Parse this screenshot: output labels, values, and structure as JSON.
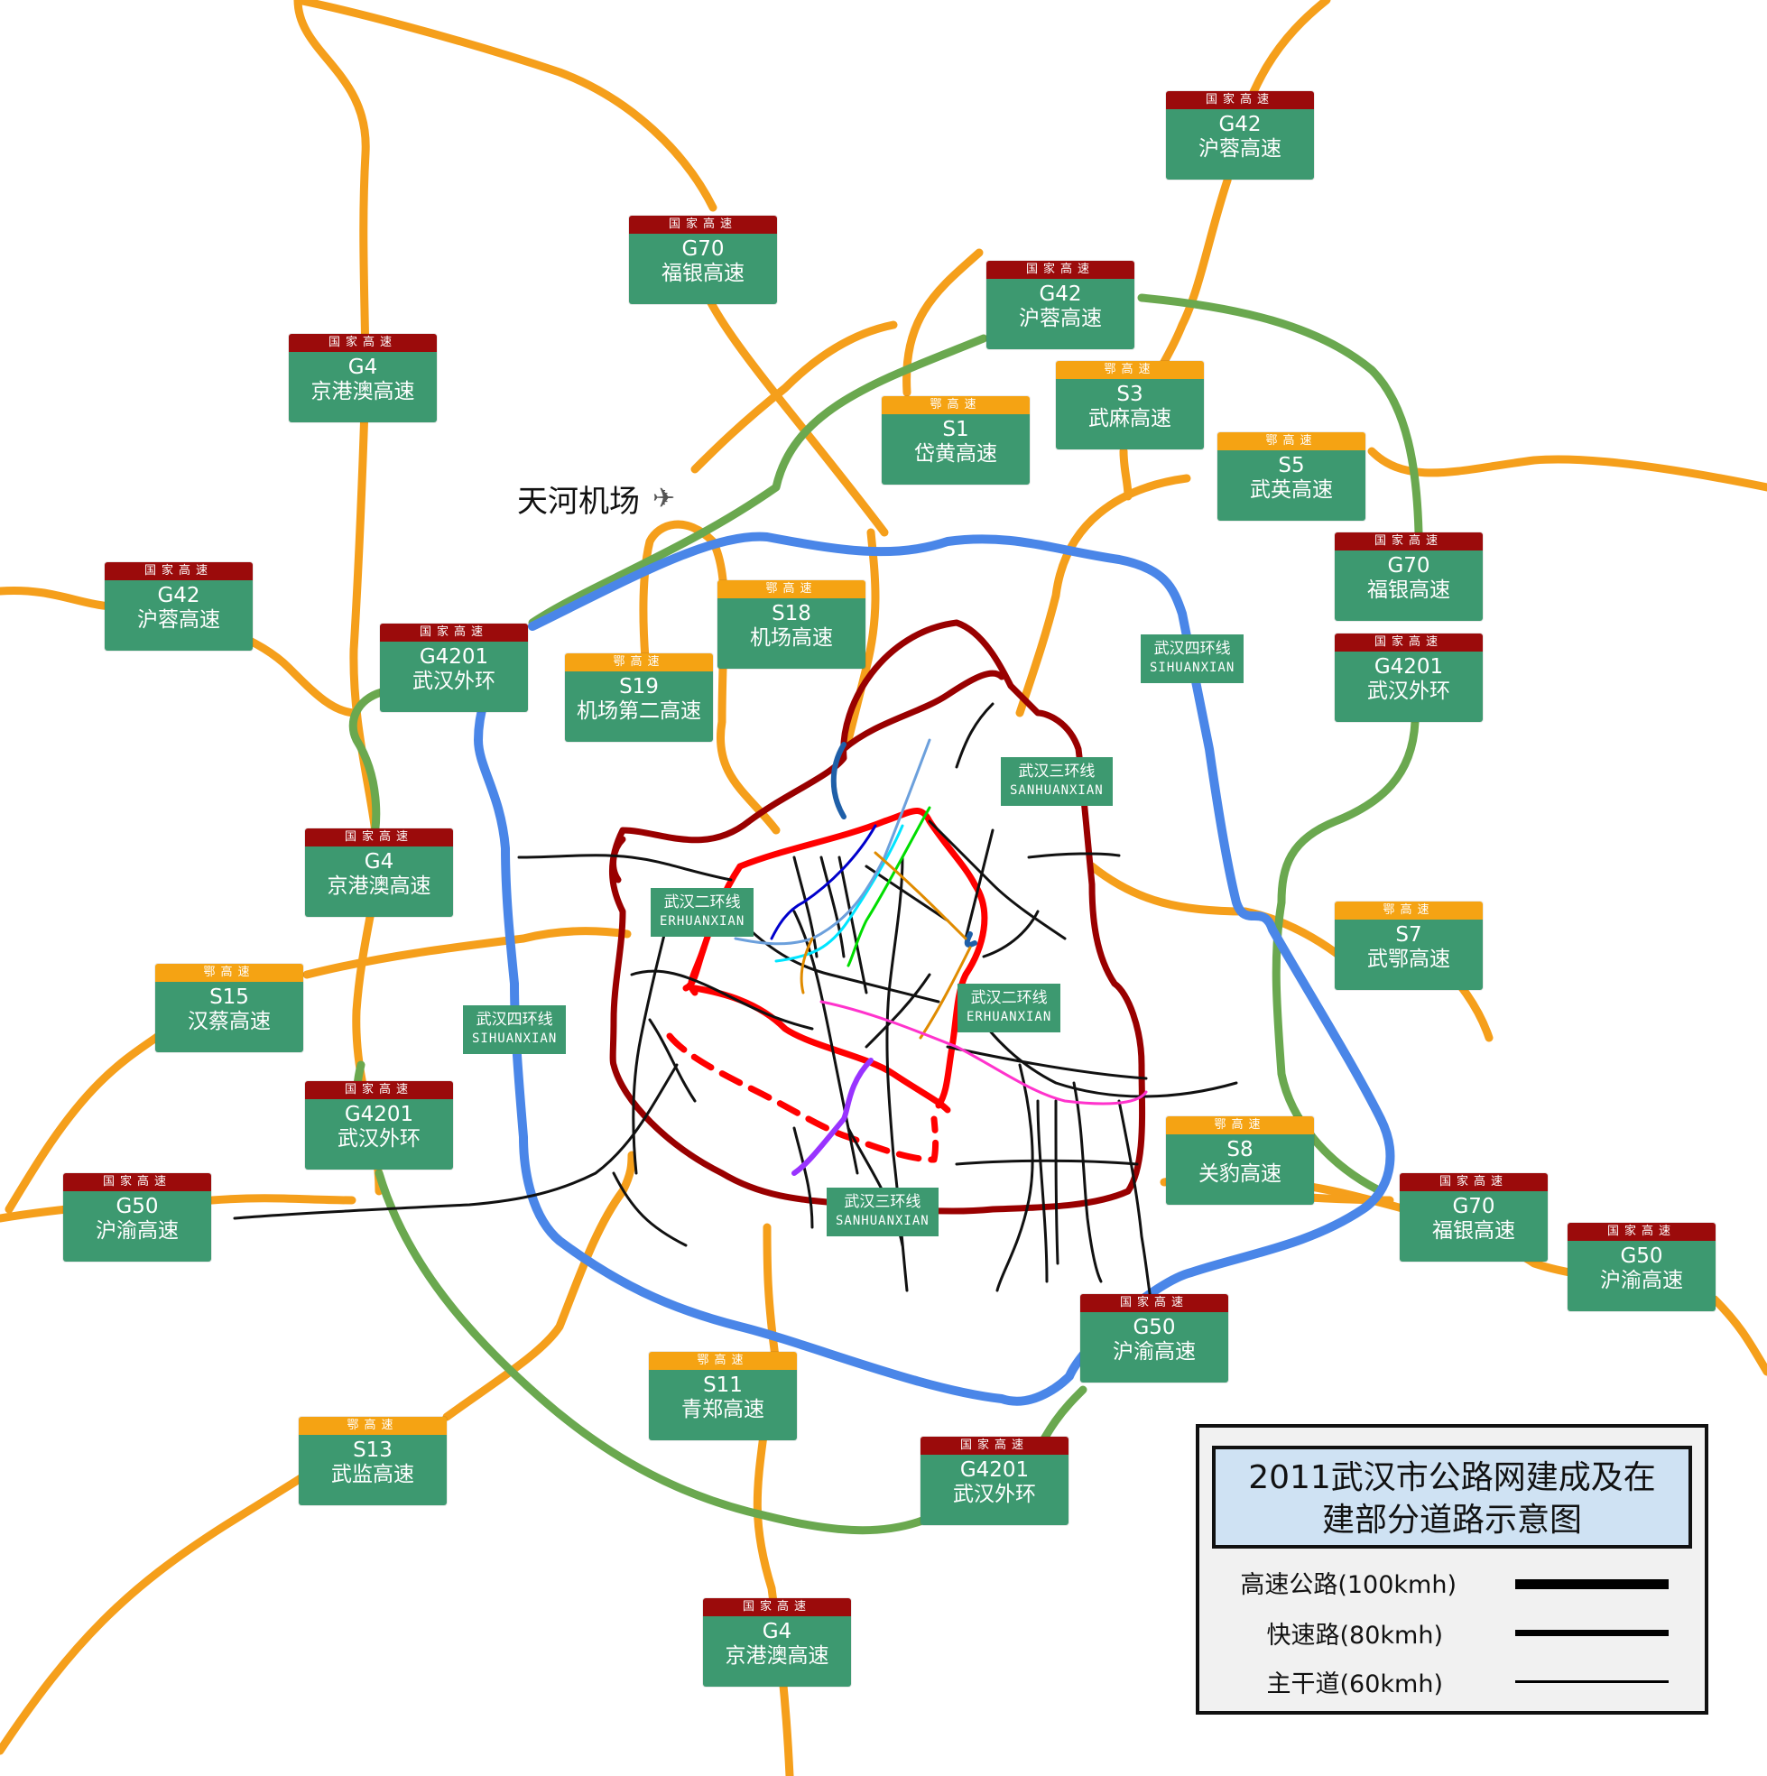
{
  "airport": {
    "name": "天河机场",
    "icon": "airplane-icon"
  },
  "legend": {
    "title_line1": "2011武汉市公路网建成及在",
    "title_line2": "建部分道路示意图",
    "items": [
      {
        "label": "高速公路(100kmh)"
      },
      {
        "label": "快速路(80kmh)"
      },
      {
        "label": "主干道(60kmh)"
      }
    ]
  },
  "colors": {
    "expressway": "#f59f1b",
    "outer_ring": "#6aa84f",
    "fourth_ring": "#4a86e8",
    "third_ring": "#990000",
    "second_ring": "#ff0000",
    "shield_green": "#3d9970",
    "national_header": "#9b0b0b",
    "provincial_header": "#f5a313"
  },
  "shields": [
    {
      "id": "g42-ne",
      "header": "国家高速",
      "code": "G42",
      "name": "沪蓉高速",
      "type": "national"
    },
    {
      "id": "g70-n",
      "header": "国家高速",
      "code": "G70",
      "name": "福银高速",
      "type": "national"
    },
    {
      "id": "g42-n",
      "header": "国家高速",
      "code": "G42",
      "name": "沪蓉高速",
      "type": "national"
    },
    {
      "id": "g4-n",
      "header": "国家高速",
      "code": "G4",
      "name": "京港澳高速",
      "type": "national"
    },
    {
      "id": "s3",
      "header": "鄂高速",
      "code": "S3",
      "name": "武麻高速",
      "type": "provincial"
    },
    {
      "id": "s1",
      "header": "鄂高速",
      "code": "S1",
      "name": "岱黄高速",
      "type": "provincial"
    },
    {
      "id": "s5",
      "header": "鄂高速",
      "code": "S5",
      "name": "武英高速",
      "type": "provincial"
    },
    {
      "id": "g42-w",
      "header": "国家高速",
      "code": "G42",
      "name": "沪蓉高速",
      "type": "national"
    },
    {
      "id": "g70-e",
      "header": "国家高速",
      "code": "G70",
      "name": "福银高速",
      "type": "national"
    },
    {
      "id": "s18",
      "header": "鄂高速",
      "code": "S18",
      "name": "机场高速",
      "type": "provincial"
    },
    {
      "id": "g4201-nw",
      "header": "国家高速",
      "code": "G4201",
      "name": "武汉外环",
      "type": "national"
    },
    {
      "id": "s19",
      "header": "鄂高速",
      "code": "S19",
      "name": "机场第二高速",
      "type": "provincial"
    },
    {
      "id": "g4201-e",
      "header": "国家高速",
      "code": "G4201",
      "name": "武汉外环",
      "type": "national"
    },
    {
      "id": "g4-w",
      "header": "国家高速",
      "code": "G4",
      "name": "京港澳高速",
      "type": "national"
    },
    {
      "id": "s7",
      "header": "鄂高速",
      "code": "S7",
      "name": "武鄂高速",
      "type": "provincial"
    },
    {
      "id": "s15",
      "header": "鄂高速",
      "code": "S15",
      "name": "汉蔡高速",
      "type": "provincial"
    },
    {
      "id": "g4201-w",
      "header": "国家高速",
      "code": "G4201",
      "name": "武汉外环",
      "type": "national"
    },
    {
      "id": "s8",
      "header": "鄂高速",
      "code": "S8",
      "name": "关豹高速",
      "type": "provincial"
    },
    {
      "id": "g50-w",
      "header": "国家高速",
      "code": "G50",
      "name": "沪渝高速",
      "type": "national"
    },
    {
      "id": "g70-se",
      "header": "国家高速",
      "code": "G70",
      "name": "福银高速",
      "type": "national"
    },
    {
      "id": "g50-e",
      "header": "国家高速",
      "code": "G50",
      "name": "沪渝高速",
      "type": "national"
    },
    {
      "id": "g50-s",
      "header": "国家高速",
      "code": "G50",
      "name": "沪渝高速",
      "type": "national"
    },
    {
      "id": "s11",
      "header": "鄂高速",
      "code": "S11",
      "name": "青郑高速",
      "type": "provincial"
    },
    {
      "id": "s13",
      "header": "鄂高速",
      "code": "S13",
      "name": "武监高速",
      "type": "provincial"
    },
    {
      "id": "g4201-s",
      "header": "国家高速",
      "code": "G4201",
      "name": "武汉外环",
      "type": "national"
    },
    {
      "id": "g4-s",
      "header": "国家高速",
      "code": "G4",
      "name": "京港澳高速",
      "type": "national"
    }
  ],
  "ring_labels": [
    {
      "id": "ring4-ne",
      "name": "武汉四环线",
      "pinyin": "SIHUANXIAN"
    },
    {
      "id": "ring3-n",
      "name": "武汉三环线",
      "pinyin": "SANHUANXIAN"
    },
    {
      "id": "ring2-w",
      "name": "武汉二环线",
      "pinyin": "ERHUANXIAN"
    },
    {
      "id": "ring2-e",
      "name": "武汉二环线",
      "pinyin": "ERHUANXIAN"
    },
    {
      "id": "ring4-w",
      "name": "武汉四环线",
      "pinyin": "SIHUANXIAN"
    },
    {
      "id": "ring3-s",
      "name": "武汉三环线",
      "pinyin": "SANHUANXIAN"
    }
  ]
}
